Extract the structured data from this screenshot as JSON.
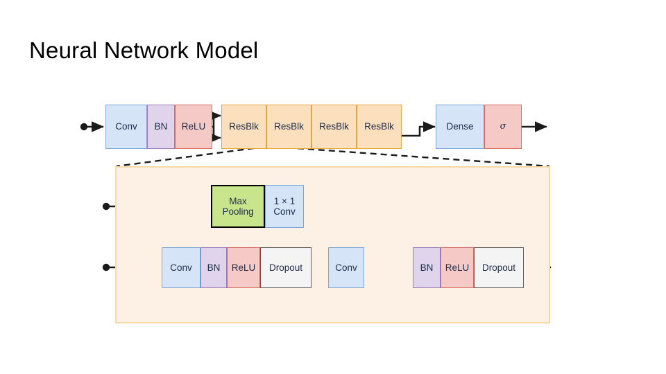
{
  "page": {
    "title": "Neural Network Model",
    "background": "#ffffff"
  },
  "palette": {
    "conv_fill": "#d6e4f7",
    "conv_border": "#7ea6d9",
    "bn_fill": "#e0d4ec",
    "bn_border": "#9c79bb",
    "relu_fill": "#f5c9c6",
    "relu_border": "#d56a63",
    "resblk_fill": "#fce0bd",
    "resblk_border": "#e8a33d",
    "maxpool_fill": "#c9e58c",
    "maxpool_border": "#000000",
    "dropout_fill": "#f4f4f4",
    "dropout_border": "#5a5a5a",
    "panel_fill": "#fdf1e6",
    "panel_border": "#f7d9a6",
    "edge": "#1a1a1a",
    "text": "#1c2b4a"
  },
  "diagram": {
    "type": "neural-network-architecture",
    "top_pipeline": {
      "stem": [
        {
          "label": "Conv",
          "style": "blue"
        },
        {
          "label": "BN",
          "style": "purple"
        },
        {
          "label": "ReLU",
          "style": "red"
        }
      ],
      "backbone": [
        {
          "label": "ResBlk",
          "style": "orange"
        },
        {
          "label": "ResBlk",
          "style": "orange"
        },
        {
          "label": "ResBlk",
          "style": "orange"
        },
        {
          "label": "ResBlk",
          "style": "orange"
        }
      ],
      "head": [
        {
          "label": "Dense",
          "style": "blue"
        },
        {
          "label": "σ",
          "style": "red"
        }
      ]
    },
    "resblock_detail": {
      "skip_branch": [
        {
          "label": "Max\nPooling",
          "line1": "Max",
          "line2": "Pooling",
          "style": "green"
        },
        {
          "label": "1 × 1 Conv",
          "line1": "1 × 1",
          "line2": "Conv",
          "style": "blue"
        }
      ],
      "main_branch": [
        {
          "label": "Conv",
          "style": "blue"
        },
        {
          "label": "BN",
          "style": "purple"
        },
        {
          "label": "ReLU",
          "style": "red"
        },
        {
          "label": "Dropout",
          "style": "white"
        }
      ],
      "post_conv": [
        {
          "label": "Conv",
          "style": "blue"
        }
      ],
      "merge": {
        "operator": "add",
        "symbol": ""
      },
      "post_merge": [
        {
          "label": "BN",
          "style": "purple"
        },
        {
          "label": "ReLU",
          "style": "red"
        },
        {
          "label": "Dropout",
          "style": "white"
        }
      ]
    }
  }
}
